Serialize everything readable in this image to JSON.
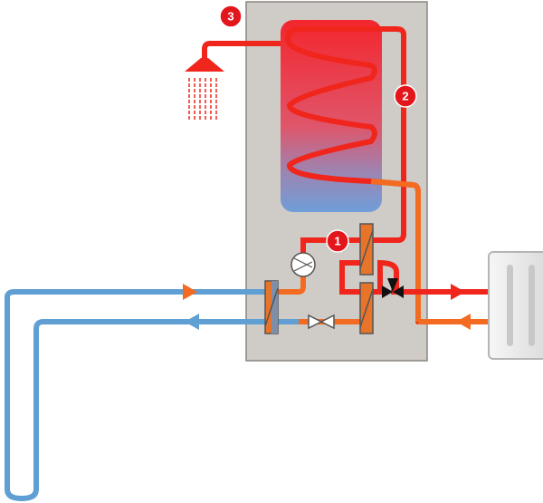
{
  "badges": [
    {
      "label": "1"
    },
    {
      "label": "2"
    },
    {
      "label": "3"
    }
  ],
  "colors": {
    "hot": "#f0261d",
    "warm": "#f36b21",
    "cold": "#5f9fd4",
    "housing": "#cfcbc6",
    "housing_border": "#8a8580",
    "tank_top": "#f3262d",
    "tank_bottom": "#6f9ed8",
    "exchanger": "#e8742a",
    "exchanger_cold": "#7d8ea8",
    "radiator": "#ececec"
  },
  "icons": {
    "shower": "shower-head-icon",
    "compressor": "compressor-icon",
    "expansion_valve": "expansion-valve-icon",
    "three_way_valve": "three-way-valve-icon",
    "radiator": "radiator-icon"
  }
}
